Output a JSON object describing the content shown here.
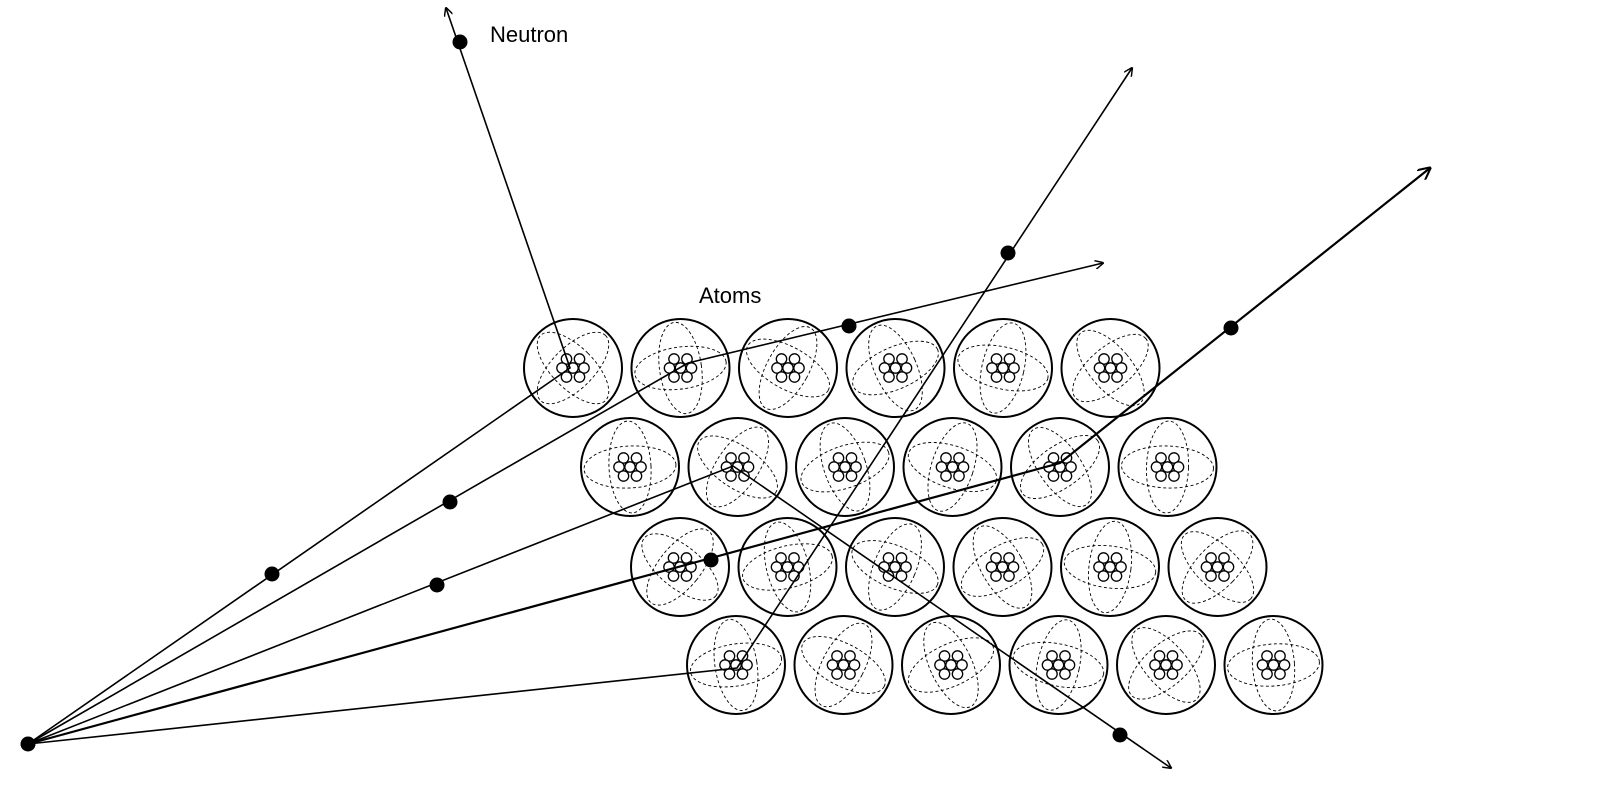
{
  "labels": {
    "neutron": "Neutron",
    "atoms": "Atoms"
  },
  "colors": {
    "line": "#000000",
    "background": "#ffffff"
  },
  "atom_rows": [
    6,
    6,
    6,
    6
  ],
  "neutron_paths": 5
}
